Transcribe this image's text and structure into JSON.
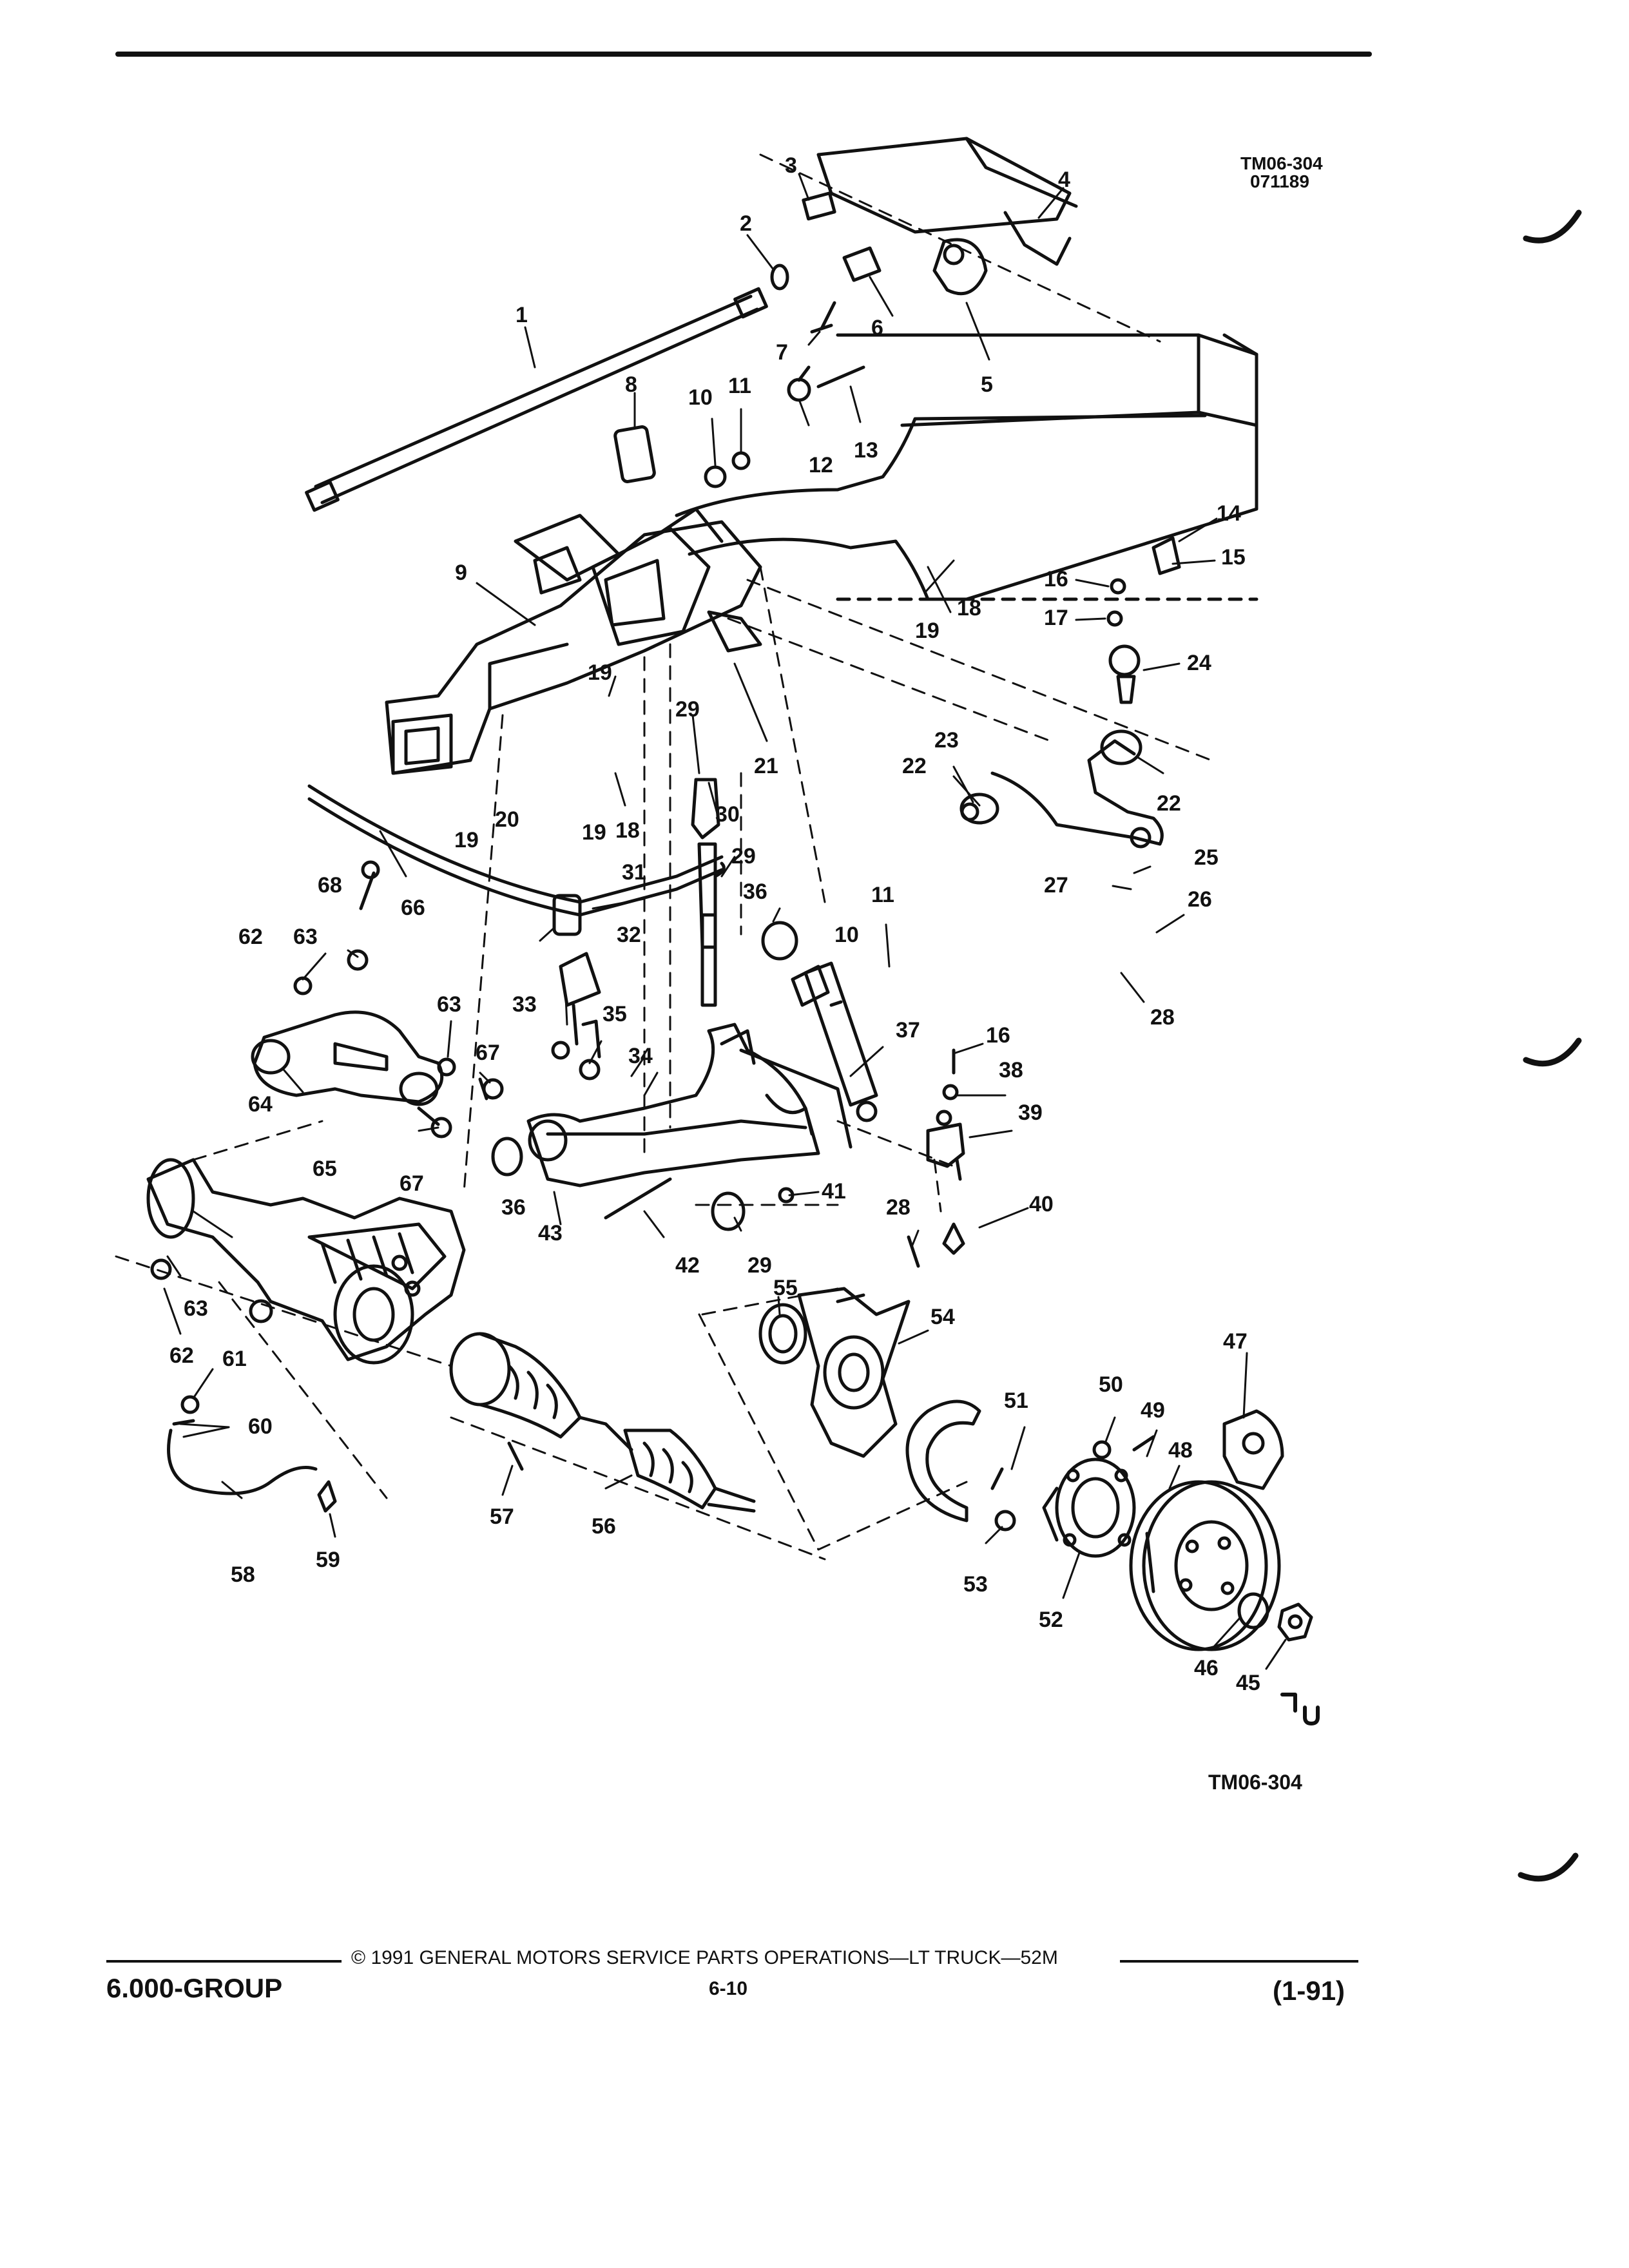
{
  "header": {
    "code": "TM06-304",
    "date": "071189"
  },
  "figure_label": "TM06-304",
  "footer": {
    "group": "6.000-GROUP",
    "copyright": "© 1991 GENERAL MOTORS SERVICE PARTS OPERATIONS—LT TRUCK—52M",
    "page": "6-10",
    "revision": "(1-91)"
  },
  "callouts": [
    {
      "id": "c1",
      "text": "1"
    },
    {
      "id": "c2",
      "text": "2"
    },
    {
      "id": "c3",
      "text": "3"
    },
    {
      "id": "c4",
      "text": "4"
    },
    {
      "id": "c5",
      "text": "5"
    },
    {
      "id": "c6",
      "text": "6"
    },
    {
      "id": "c7",
      "text": "7"
    },
    {
      "id": "c8",
      "text": "8"
    },
    {
      "id": "c9",
      "text": "9"
    },
    {
      "id": "c10a",
      "text": "10"
    },
    {
      "id": "c11a",
      "text": "11"
    },
    {
      "id": "c12",
      "text": "12"
    },
    {
      "id": "c13",
      "text": "13"
    },
    {
      "id": "c14",
      "text": "14"
    },
    {
      "id": "c15",
      "text": "15"
    },
    {
      "id": "c16a",
      "text": "16"
    },
    {
      "id": "c17",
      "text": "17"
    },
    {
      "id": "c18a",
      "text": "18"
    },
    {
      "id": "c19a",
      "text": "19"
    },
    {
      "id": "c24",
      "text": "24"
    },
    {
      "id": "c19b",
      "text": "19"
    },
    {
      "id": "c29a",
      "text": "29"
    },
    {
      "id": "c21",
      "text": "21"
    },
    {
      "id": "c23",
      "text": "23"
    },
    {
      "id": "c22a",
      "text": "22"
    },
    {
      "id": "c22b",
      "text": "22"
    },
    {
      "id": "c20",
      "text": "20"
    },
    {
      "id": "c19c",
      "text": "19"
    },
    {
      "id": "c18b",
      "text": "18"
    },
    {
      "id": "c19d",
      "text": "19"
    },
    {
      "id": "c30",
      "text": "30"
    },
    {
      "id": "c66",
      "text": "66"
    },
    {
      "id": "c31",
      "text": "31"
    },
    {
      "id": "c29b",
      "text": "29"
    },
    {
      "id": "c36a",
      "text": "36"
    },
    {
      "id": "c11b",
      "text": "11"
    },
    {
      "id": "c25",
      "text": "25"
    },
    {
      "id": "c27",
      "text": "27"
    },
    {
      "id": "c26",
      "text": "26"
    },
    {
      "id": "c68",
      "text": "68"
    },
    {
      "id": "c62a",
      "text": "62"
    },
    {
      "id": "c63a",
      "text": "63"
    },
    {
      "id": "c32",
      "text": "32"
    },
    {
      "id": "c10b",
      "text": "10"
    },
    {
      "id": "c28a",
      "text": "28"
    },
    {
      "id": "c63b",
      "text": "63"
    },
    {
      "id": "c33",
      "text": "33"
    },
    {
      "id": "c35",
      "text": "35"
    },
    {
      "id": "c67a",
      "text": "67"
    },
    {
      "id": "c37",
      "text": "37"
    },
    {
      "id": "c16b",
      "text": "16"
    },
    {
      "id": "c34",
      "text": "34"
    },
    {
      "id": "c38",
      "text": "38"
    },
    {
      "id": "c64",
      "text": "64"
    },
    {
      "id": "c39",
      "text": "39"
    },
    {
      "id": "c65",
      "text": "65"
    },
    {
      "id": "c67b",
      "text": "67"
    },
    {
      "id": "c36b",
      "text": "36"
    },
    {
      "id": "c41",
      "text": "41"
    },
    {
      "id": "c28b",
      "text": "28"
    },
    {
      "id": "c40",
      "text": "40"
    },
    {
      "id": "c43",
      "text": "43"
    },
    {
      "id": "c42",
      "text": "42"
    },
    {
      "id": "c29c",
      "text": "29"
    },
    {
      "id": "c63c",
      "text": "63"
    },
    {
      "id": "c55",
      "text": "55"
    },
    {
      "id": "c54",
      "text": "54"
    },
    {
      "id": "c62b",
      "text": "62"
    },
    {
      "id": "c61",
      "text": "61"
    },
    {
      "id": "c47",
      "text": "47"
    },
    {
      "id": "c60",
      "text": "60"
    },
    {
      "id": "c50",
      "text": "50"
    },
    {
      "id": "c51",
      "text": "51"
    },
    {
      "id": "c49",
      "text": "49"
    },
    {
      "id": "c48",
      "text": "48"
    },
    {
      "id": "c57",
      "text": "57"
    },
    {
      "id": "c56",
      "text": "56"
    },
    {
      "id": "c58",
      "text": "58"
    },
    {
      "id": "c59",
      "text": "59"
    },
    {
      "id": "c53",
      "text": "53"
    },
    {
      "id": "c52",
      "text": "52"
    },
    {
      "id": "c46",
      "text": "46"
    },
    {
      "id": "c45",
      "text": "45"
    }
  ]
}
